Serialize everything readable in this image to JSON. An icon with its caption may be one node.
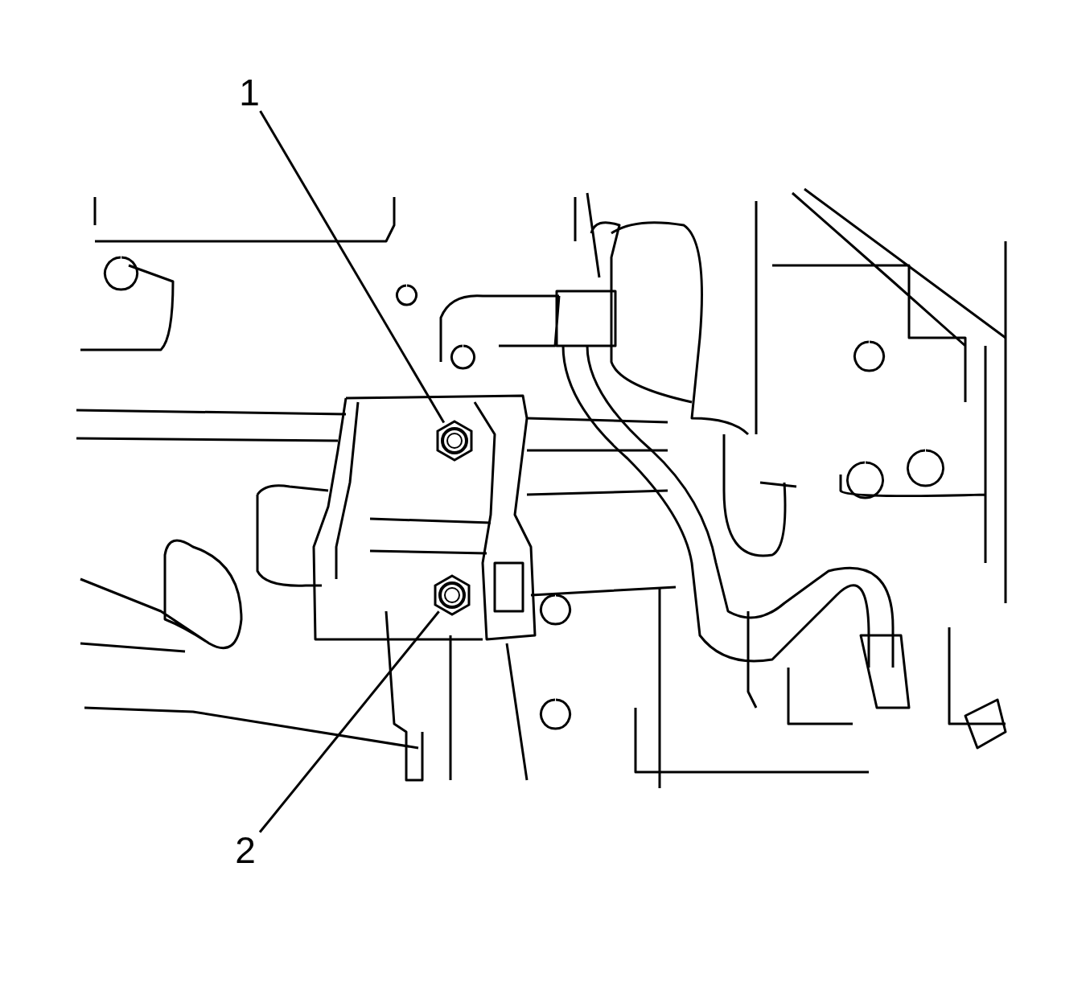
{
  "diagram": {
    "nodes": [
      {
        "text": [
          "1"
        ]
      },
      {
        "text": [],
        "shape": "picture"
      },
      {
        "text": [
          "2"
        ]
      },
      {
        "text": [],
        "shape": "picture"
      }
    ],
    "edges": [
      {
        "from": 0,
        "to": 1,
        "arrow": "none"
      },
      {
        "from": 2,
        "to": 3,
        "arrow": "none"
      }
    ]
  }
}
